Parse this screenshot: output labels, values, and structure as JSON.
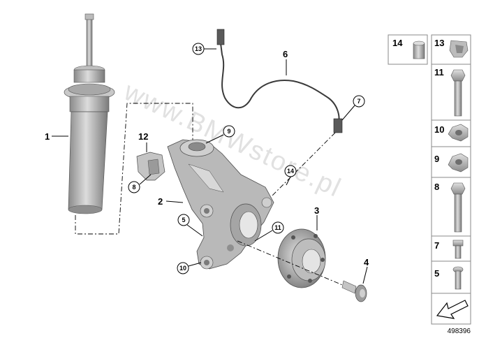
{
  "diagram_ref": "498396",
  "watermark": "www.BMWstore.pl",
  "callouts": {
    "c1": "1",
    "c2": "2",
    "c3": "3",
    "c4": "4",
    "c5": "5",
    "c6": "6",
    "c7": "7",
    "c8": "8",
    "c9": "9",
    "c10": "10",
    "c11": "11",
    "c12": "12",
    "c13": "13",
    "c14": "14"
  },
  "parts_column": {
    "p14": "14",
    "p13": "13",
    "p11": "11",
    "p10": "10",
    "p9": "9",
    "p8": "8",
    "p7": "7",
    "p5": "5"
  }
}
